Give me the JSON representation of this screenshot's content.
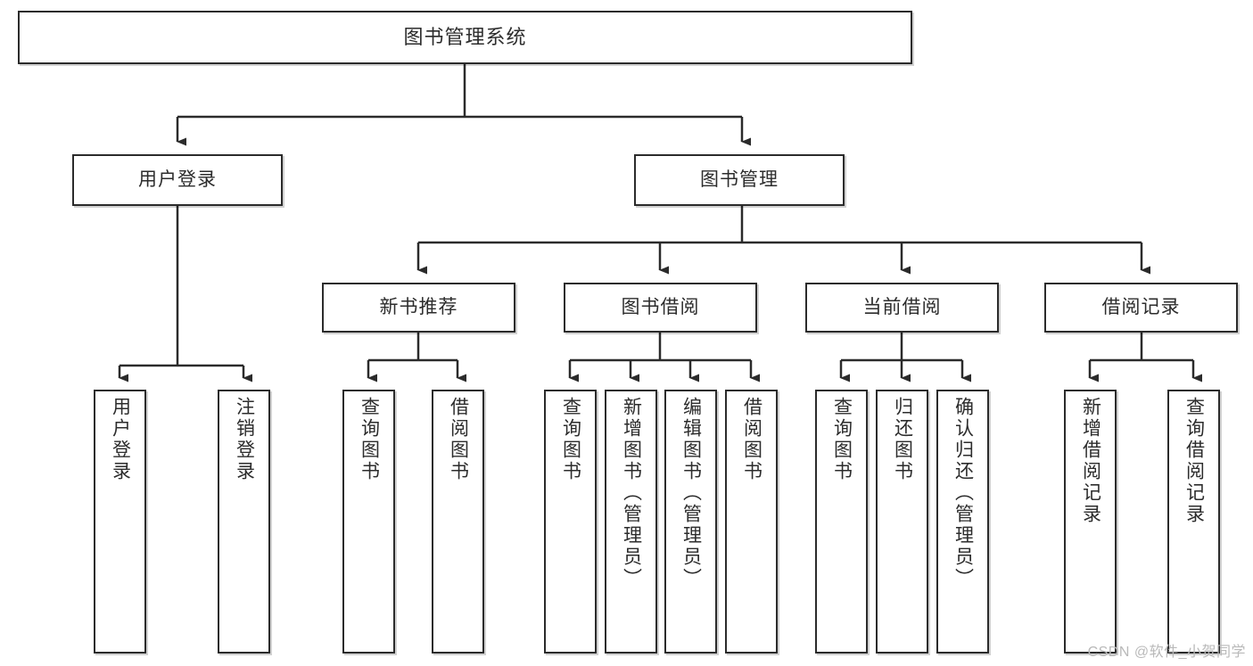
{
  "diagram": {
    "title": "图书管理系统",
    "type": "tree",
    "watermark": "CSDN @软件_小贺同学",
    "colors": {
      "box_border": "#2b2b2b",
      "box_fill": "#ffffff",
      "edge": "#2b2b2b",
      "text": "#2c2c2c",
      "watermark": "#b9b9b9"
    },
    "nodes": {
      "root": {
        "label": "图书管理系统",
        "level": 1,
        "orientation": "horizontal"
      },
      "l2_0": {
        "label": "用户登录",
        "level": 2,
        "orientation": "horizontal"
      },
      "l2_1": {
        "label": "图书管理",
        "level": 2,
        "orientation": "horizontal"
      },
      "l3_0": {
        "label": "新书推荐",
        "level": 3,
        "orientation": "horizontal"
      },
      "l3_1": {
        "label": "图书借阅",
        "level": 3,
        "orientation": "horizontal"
      },
      "l3_2": {
        "label": "当前借阅",
        "level": 3,
        "orientation": "horizontal"
      },
      "l3_3": {
        "label": "借阅记录",
        "level": 3,
        "orientation": "horizontal"
      },
      "leaf_0": {
        "label": "用户登录",
        "level": 4,
        "orientation": "vertical"
      },
      "leaf_1": {
        "label": "注销登录",
        "level": 4,
        "orientation": "vertical"
      },
      "leaf_2": {
        "label": "查询图书",
        "level": 4,
        "orientation": "vertical"
      },
      "leaf_3": {
        "label": "借阅图书",
        "level": 4,
        "orientation": "vertical"
      },
      "leaf_4": {
        "label": "查询图书",
        "level": 4,
        "orientation": "vertical"
      },
      "leaf_5": {
        "label": "新增图书（管理员）",
        "level": 4,
        "orientation": "vertical"
      },
      "leaf_6": {
        "label": "编辑图书（管理员）",
        "level": 4,
        "orientation": "vertical"
      },
      "leaf_7": {
        "label": "借阅图书",
        "level": 4,
        "orientation": "vertical"
      },
      "leaf_8": {
        "label": "查询图书",
        "level": 4,
        "orientation": "vertical"
      },
      "leaf_9": {
        "label": "归还图书",
        "level": 4,
        "orientation": "vertical"
      },
      "leaf_10": {
        "label": "确认归还（管理员）",
        "level": 4,
        "orientation": "vertical"
      },
      "leaf_11": {
        "label": "新增借阅记录",
        "level": 4,
        "orientation": "vertical"
      },
      "leaf_12": {
        "label": "查询借阅记录",
        "level": 4,
        "orientation": "vertical"
      }
    },
    "edges": [
      {
        "from": "root",
        "to": "l2_0"
      },
      {
        "from": "root",
        "to": "l2_1"
      },
      {
        "from": "l2_0",
        "to": "leaf_0"
      },
      {
        "from": "l2_0",
        "to": "leaf_1"
      },
      {
        "from": "l2_1",
        "to": "l3_0"
      },
      {
        "from": "l2_1",
        "to": "l3_1"
      },
      {
        "from": "l2_1",
        "to": "l3_2"
      },
      {
        "from": "l2_1",
        "to": "l3_3"
      },
      {
        "from": "l3_0",
        "to": "leaf_2"
      },
      {
        "from": "l3_0",
        "to": "leaf_3"
      },
      {
        "from": "l3_1",
        "to": "leaf_4"
      },
      {
        "from": "l3_1",
        "to": "leaf_5"
      },
      {
        "from": "l3_1",
        "to": "leaf_6"
      },
      {
        "from": "l3_1",
        "to": "leaf_7"
      },
      {
        "from": "l3_2",
        "to": "leaf_8"
      },
      {
        "from": "l3_2",
        "to": "leaf_9"
      },
      {
        "from": "l3_2",
        "to": "leaf_10"
      },
      {
        "from": "l3_3",
        "to": "leaf_11"
      },
      {
        "from": "l3_3",
        "to": "leaf_12"
      }
    ]
  }
}
